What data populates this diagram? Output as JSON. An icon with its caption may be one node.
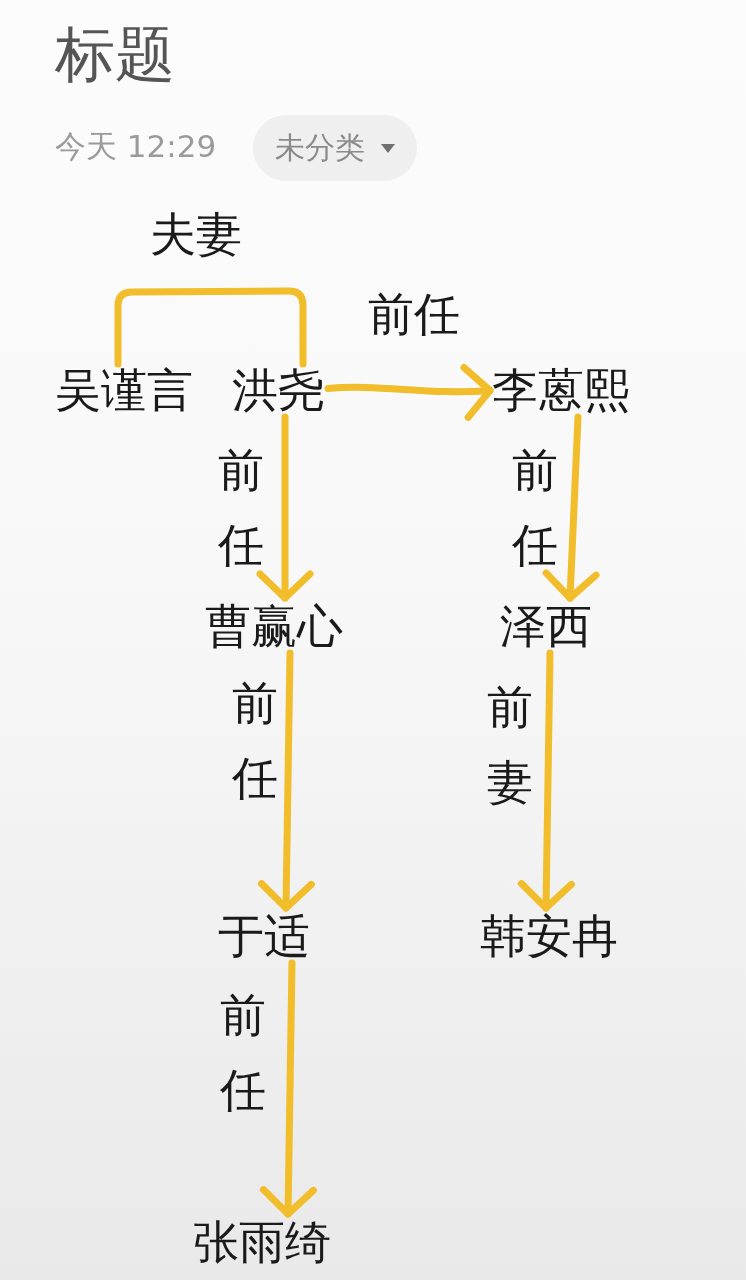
{
  "diagram": {
    "title": "标题",
    "nodes": [
      {
        "text": [
          "吴谨言"
        ]
      },
      {
        "text": [
          "洪尧"
        ]
      },
      {
        "text": [
          "李蒽熙"
        ]
      },
      {
        "text": [
          "曹赢心"
        ]
      },
      {
        "text": [
          "泽西"
        ]
      },
      {
        "text": [
          "于适"
        ]
      },
      {
        "text": [
          "韩安冉"
        ]
      },
      {
        "text": [
          "张雨绮"
        ]
      }
    ],
    "edges": [
      {
        "from": 0,
        "to": 1,
        "arrow": "none",
        "label": "夫妻"
      },
      {
        "from": 1,
        "to": 2,
        "arrow": "to",
        "label": "前任"
      },
      {
        "from": 1,
        "to": 3,
        "arrow": "to",
        "label": "前任"
      },
      {
        "from": 2,
        "to": 4,
        "arrow": "to",
        "label": "前任"
      },
      {
        "from": 3,
        "to": 5,
        "arrow": "to",
        "label": "前任"
      },
      {
        "from": 4,
        "to": 6,
        "arrow": "to",
        "label": "前妻"
      },
      {
        "from": 5,
        "to": 7,
        "arrow": "to",
        "label": "前任"
      }
    ],
    "labels": [
      "今天 12:29",
      "未分类"
    ]
  }
}
